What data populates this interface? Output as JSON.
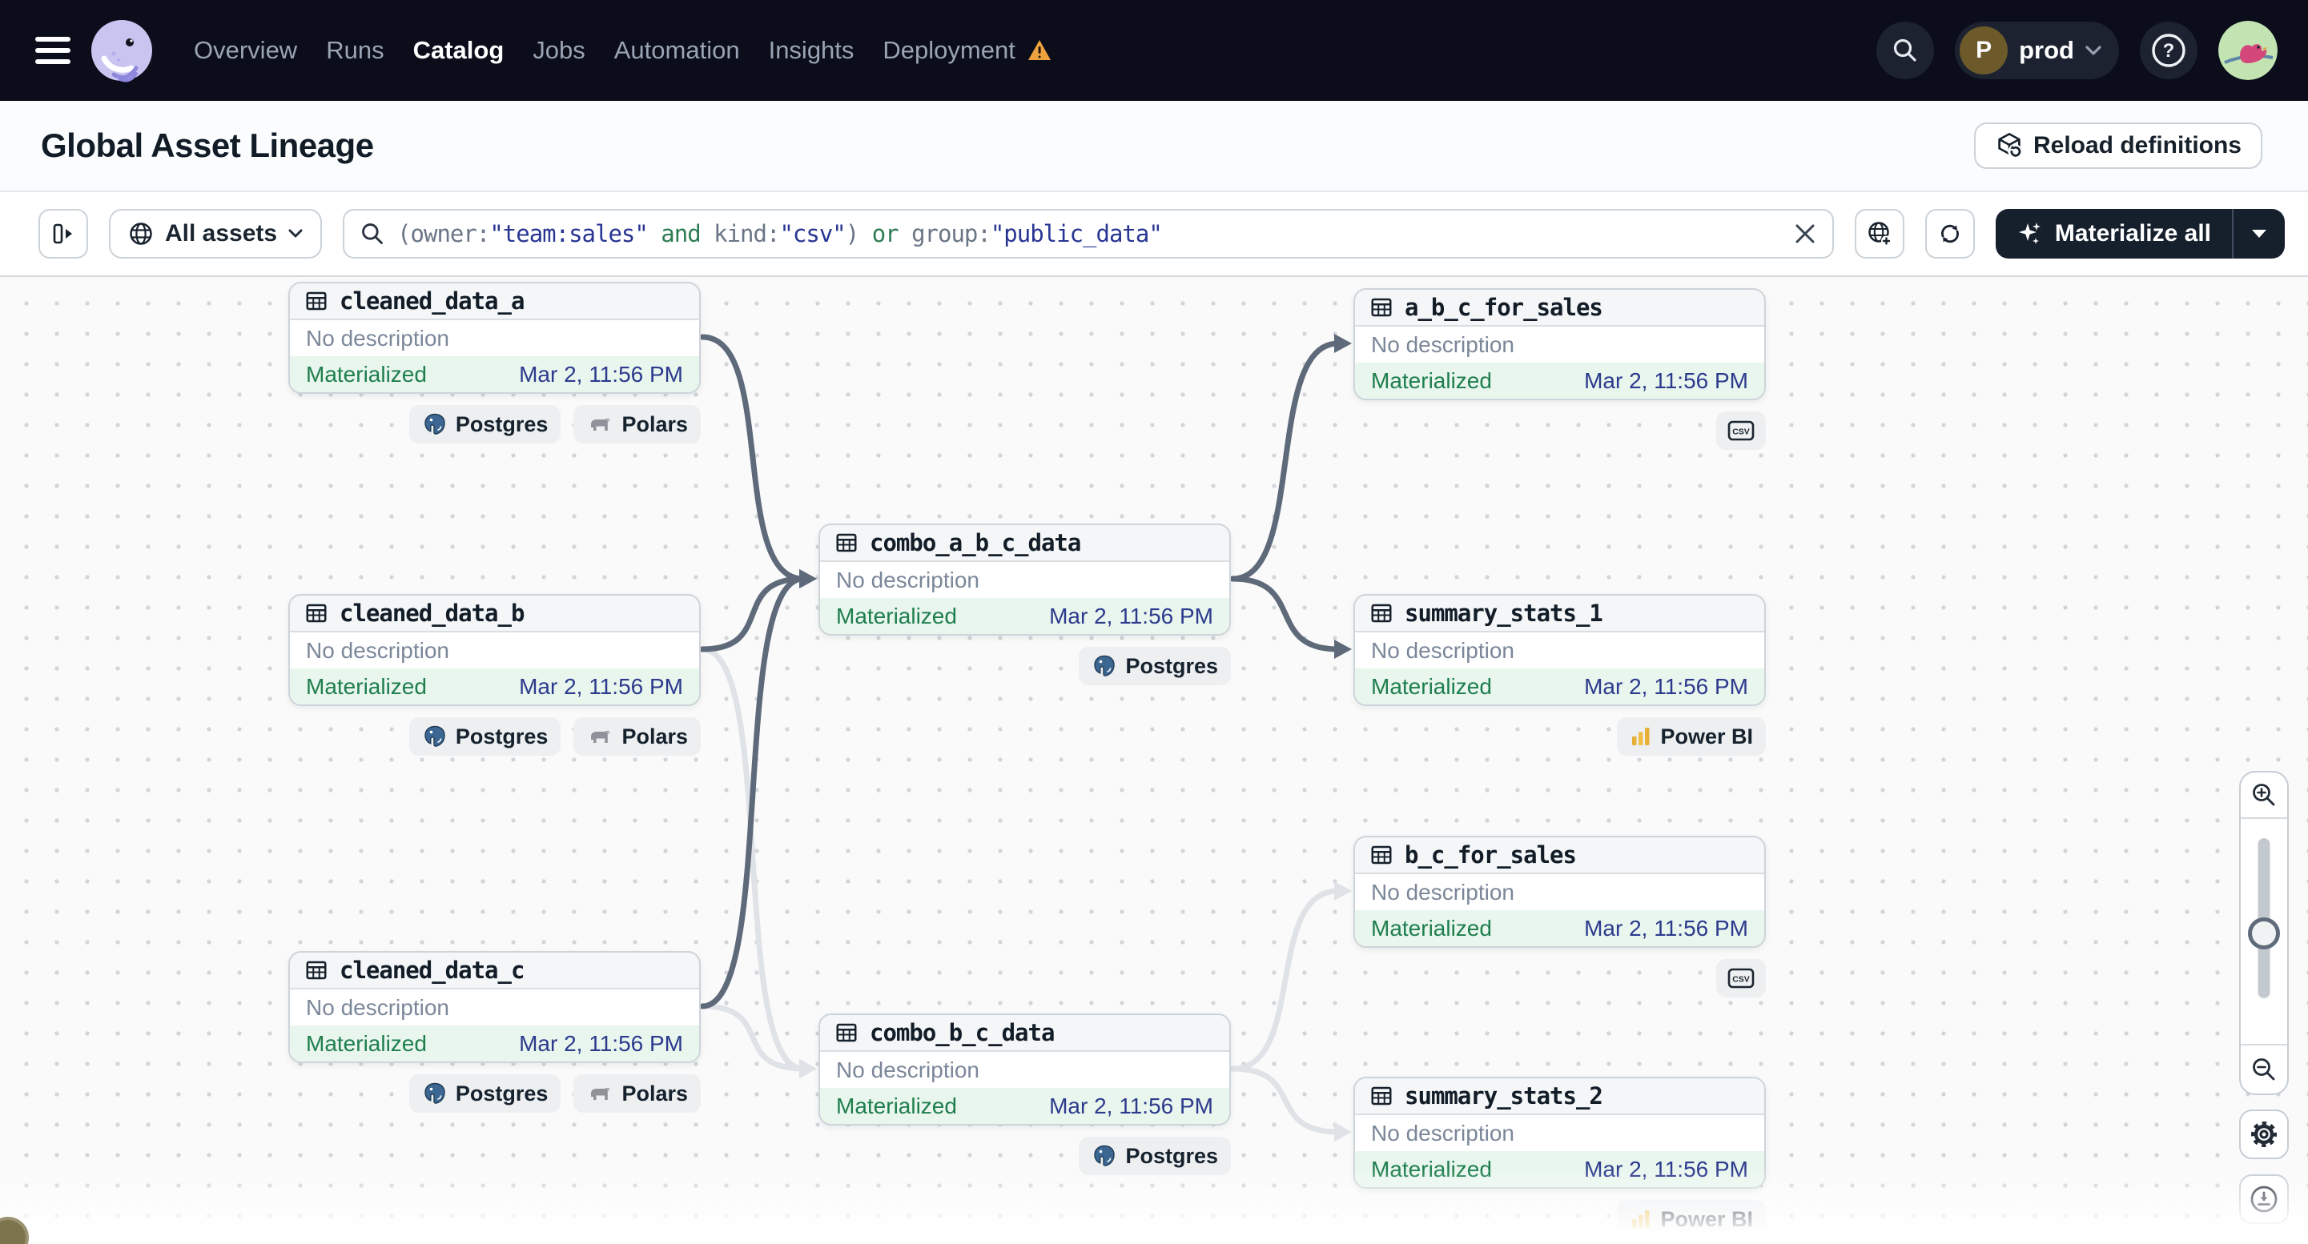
{
  "nav": {
    "items": [
      {
        "label": "Overview",
        "active": false
      },
      {
        "label": "Runs",
        "active": false
      },
      {
        "label": "Catalog",
        "active": true
      },
      {
        "label": "Jobs",
        "active": false
      },
      {
        "label": "Automation",
        "active": false
      },
      {
        "label": "Insights",
        "active": false
      },
      {
        "label": "Deployment",
        "active": false,
        "warning": true
      }
    ],
    "environment": {
      "initial": "P",
      "name": "prod"
    }
  },
  "header": {
    "title": "Global Asset Lineage",
    "reload_label": "Reload definitions"
  },
  "toolbar": {
    "scope_label": "All assets",
    "materialize_label": "Materialize all",
    "query_parts": [
      {
        "text": "(owner:",
        "style": "plain"
      },
      {
        "text": "\"team:sales\"",
        "style": "value"
      },
      {
        "text": " and ",
        "style": "operator"
      },
      {
        "text": "kind:",
        "style": "plain"
      },
      {
        "text": "\"csv\"",
        "style": "value"
      },
      {
        "text": ") ",
        "style": "plain"
      },
      {
        "text": "or",
        "style": "operator"
      },
      {
        "text": " group:",
        "style": "plain"
      },
      {
        "text": "\"public_data\"",
        "style": "value"
      }
    ]
  },
  "graph": {
    "nodes": [
      {
        "id": "cleaned_data_a",
        "name": "cleaned_data_a",
        "description": "No description",
        "status": "Materialized",
        "timestamp": "Mar 2, 11:56 PM",
        "tags": [
          "postgres",
          "polars"
        ]
      },
      {
        "id": "cleaned_data_b",
        "name": "cleaned_data_b",
        "description": "No description",
        "status": "Materialized",
        "timestamp": "Mar 2, 11:56 PM",
        "tags": [
          "postgres",
          "polars"
        ]
      },
      {
        "id": "cleaned_data_c",
        "name": "cleaned_data_c",
        "description": "No description",
        "status": "Materialized",
        "timestamp": "Mar 2, 11:56 PM",
        "tags": [
          "postgres",
          "polars"
        ]
      },
      {
        "id": "combo_a_b_c_data",
        "name": "combo_a_b_c_data",
        "description": "No description",
        "status": "Materialized",
        "timestamp": "Mar 2, 11:56 PM",
        "tags": [
          "postgres"
        ]
      },
      {
        "id": "combo_b_c_data",
        "name": "combo_b_c_data",
        "description": "No description",
        "status": "Materialized",
        "timestamp": "Mar 2, 11:56 PM",
        "tags": [
          "postgres"
        ]
      },
      {
        "id": "a_b_c_for_sales",
        "name": "a_b_c_for_sales",
        "description": "No description",
        "status": "Materialized",
        "timestamp": "Mar 2, 11:56 PM",
        "tags": [
          "csv"
        ]
      },
      {
        "id": "summary_stats_1",
        "name": "summary_stats_1",
        "description": "No description",
        "status": "Materialized",
        "timestamp": "Mar 2, 11:56 PM",
        "tags": [
          "powerbi"
        ]
      },
      {
        "id": "b_c_for_sales",
        "name": "b_c_for_sales",
        "description": "No description",
        "status": "Materialized",
        "timestamp": "Mar 2, 11:56 PM",
        "tags": [
          "csv"
        ]
      },
      {
        "id": "summary_stats_2",
        "name": "summary_stats_2",
        "description": "No description",
        "status": "Materialized",
        "timestamp": "Mar 2, 11:56 PM",
        "tags": [
          "powerbi"
        ]
      }
    ],
    "edges": [
      {
        "from": "cleaned_data_b",
        "to": "combo_b_c_data",
        "style": "muted"
      },
      {
        "from": "cleaned_data_c",
        "to": "combo_b_c_data",
        "style": "muted"
      },
      {
        "from": "combo_b_c_data",
        "to": "b_c_for_sales",
        "style": "muted"
      },
      {
        "from": "combo_b_c_data",
        "to": "summary_stats_2",
        "style": "muted"
      },
      {
        "from": "cleaned_data_a",
        "to": "combo_a_b_c_data",
        "style": "strong"
      },
      {
        "from": "cleaned_data_b",
        "to": "combo_a_b_c_data",
        "style": "strong"
      },
      {
        "from": "cleaned_data_c",
        "to": "combo_a_b_c_data",
        "style": "strong"
      },
      {
        "from": "combo_a_b_c_data",
        "to": "a_b_c_for_sales",
        "style": "strong"
      },
      {
        "from": "combo_a_b_c_data",
        "to": "summary_stats_1",
        "style": "strong"
      }
    ],
    "tag_defs": {
      "postgres": {
        "label": "Postgres",
        "icon": "postgres-icon",
        "icon_only": false
      },
      "polars": {
        "label": "Polars",
        "icon": "polars-icon",
        "icon_only": false
      },
      "csv": {
        "label": "csv",
        "icon": "csv-icon",
        "icon_only": true
      },
      "powerbi": {
        "label": "Power BI",
        "icon": "powerbi-icon",
        "icon_only": false
      }
    }
  },
  "icons": {
    "menu": "hamburger-icon",
    "logo": "dagster-logo",
    "warning": "warning-triangle-icon",
    "search": "search-icon",
    "help": "question-circle-icon",
    "reload": "reload-definitions-icon",
    "panel_toggle": "panel-toggle-icon",
    "globe": "globe-icon",
    "clear": "close-icon",
    "globe_add": "globe-add-icon",
    "refresh": "refresh-icon",
    "sparkle": "sparkle-icon",
    "caret": "caret-down-icon",
    "table": "table-icon",
    "zoom_in": "zoom-in-icon",
    "zoom_out": "zoom-out-icon",
    "gear": "gear-icon",
    "download": "download-icon"
  },
  "colors": {
    "nav_bg": "#0b0e1a",
    "edge_strong": "#5e6a7a",
    "edge_muted": "#dfe2e6",
    "status_green": "#1e7e4d",
    "status_green_bg": "#e9f6ee",
    "timestamp_navy": "#2c3a8d",
    "warning_orange": "#eea23e",
    "materialize_bg": "#16202d",
    "query_value": "#283593",
    "query_operator": "#2e7d52"
  }
}
